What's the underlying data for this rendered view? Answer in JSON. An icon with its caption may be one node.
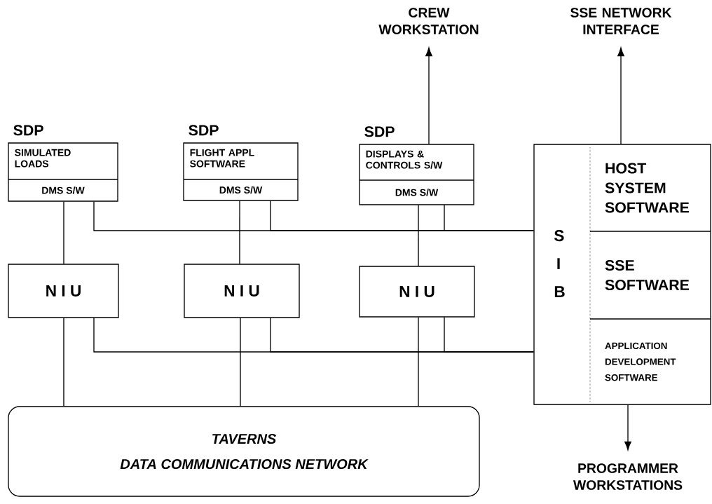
{
  "diagram": {
    "nodes": [
      {
        "text": [
          "SDP",
          "SIMULATED LOADS",
          "DMS S/W"
        ]
      },
      {
        "text": [
          "SDP",
          "FLIGHT APPL SOFTWARE",
          "DMS S/W"
        ]
      },
      {
        "text": [
          "SDP",
          "DISPLAYS & CONTROLS S/W",
          "DMS S/W"
        ]
      },
      {
        "text": [
          "S I B"
        ]
      },
      {
        "text": [
          "HOST SYSTEM SOFTWARE"
        ],
        "in": 3
      },
      {
        "text": [
          "SSE SOFTWARE"
        ],
        "in": 3
      },
      {
        "text": [
          "APPLICATION DEVELOPMENT SOFTWARE"
        ],
        "in": 3
      },
      {
        "text": [
          "N I U"
        ]
      },
      {
        "text": [
          "N I U"
        ]
      },
      {
        "text": [
          "N I U"
        ]
      },
      {
        "text": [
          "TAVERNS",
          "DATA COMMUNICATIONS NETWORK"
        ]
      },
      {
        "text": [
          "CREW WORKSTATION"
        ]
      },
      {
        "text": [
          "SSE NETWORK INTERFACE"
        ]
      },
      {
        "text": [
          "PROGRAMMER WORKSTATIONS"
        ]
      }
    ],
    "edges": [
      {
        "from": 0,
        "to": 7,
        "arrow": "none"
      },
      {
        "from": 1,
        "to": 8,
        "arrow": "none"
      },
      {
        "from": 2,
        "to": 9,
        "arrow": "none"
      },
      {
        "from": 0,
        "to": 3,
        "arrow": "none"
      },
      {
        "from": 1,
        "to": 3,
        "arrow": "none"
      },
      {
        "from": 2,
        "to": 3,
        "arrow": "none"
      },
      {
        "from": 7,
        "to": 3,
        "arrow": "none"
      },
      {
        "from": 8,
        "to": 3,
        "arrow": "none"
      },
      {
        "from": 9,
        "to": 3,
        "arrow": "none"
      },
      {
        "from": 7,
        "to": 10,
        "arrow": "none"
      },
      {
        "from": 8,
        "to": 10,
        "arrow": "none"
      },
      {
        "from": 9,
        "to": 10,
        "arrow": "none"
      },
      {
        "from": 2,
        "to": 11,
        "arrow": "to"
      },
      {
        "from": 3,
        "to": 12,
        "arrow": "to"
      },
      {
        "from": 3,
        "to": 13,
        "arrow": "to"
      }
    ]
  }
}
